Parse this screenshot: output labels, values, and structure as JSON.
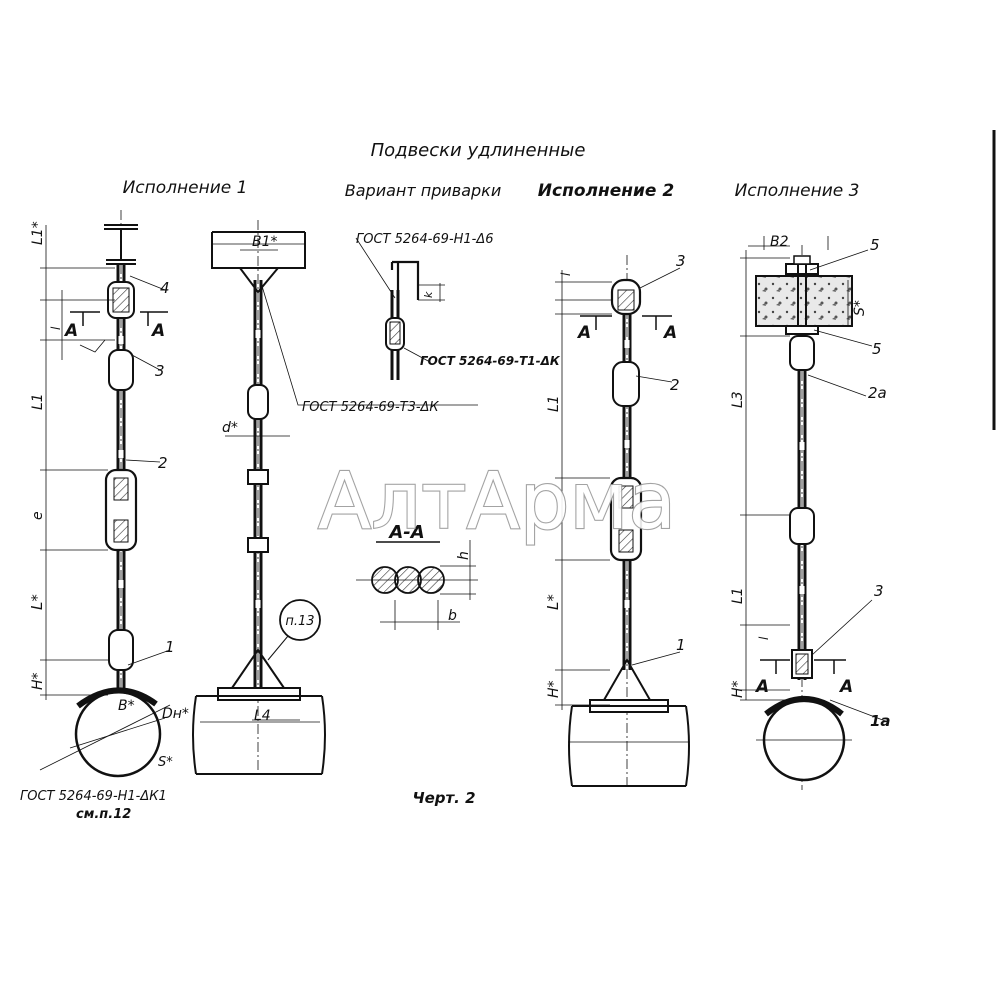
{
  "title": "Подвески удлиненные",
  "views": {
    "v1": "Исполнение 1",
    "weld": "Вариант приварки",
    "v2": "Исполнение 2",
    "v3": "Исполнение 3"
  },
  "section": {
    "label": "А-А",
    "h": "h",
    "b": "b"
  },
  "section_marks": {
    "left": "А",
    "right": "А"
  },
  "dims": {
    "L1star": "L1*",
    "l": "l",
    "L1": "L1",
    "e": "e",
    "Lstar": "L*",
    "Hstar": "H*",
    "B1star": "B1*",
    "dstar": "d*",
    "L4": "L4",
    "Bstar": "B*",
    "Dnstar": "Dн*",
    "Sstar": "S*",
    "k": "k",
    "B2": "B2",
    "L3": "L3",
    "s": "s"
  },
  "parts": {
    "p1": "1",
    "p2": "2",
    "p3": "3",
    "p4": "4",
    "p5": "5",
    "p2a": "2а",
    "p1a": "1а",
    "note": "п.13"
  },
  "gost": {
    "g1": "ГОСТ 5264-69-Н1-ΔК1",
    "g1ref": "см.п.12",
    "g2": "ГОСТ 5264-69-Т3-ΔК",
    "g3": "ГОСТ 5264-69-Н1-Δ6",
    "g4": "ГОСТ 5264-69-Т1-ΔК"
  },
  "caption": "Черт. 2",
  "watermark": "АлтАрма"
}
